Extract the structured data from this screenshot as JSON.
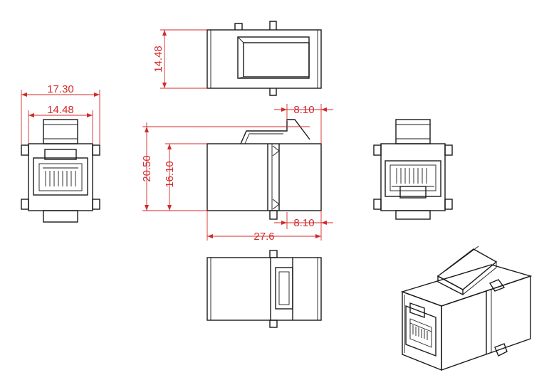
{
  "dimensions": {
    "top_view_height": "14.48",
    "front_width_outer": "17.30",
    "front_width_inner": "14.48",
    "side_height_outer": "20.50",
    "side_height_inner": "16.10",
    "latch_offset_top": "8.10",
    "latch_offset_bottom": "8.10",
    "overall_length": "27.6"
  },
  "colors": {
    "dimension": "#d42a2a",
    "outline": "#1a1a1a"
  }
}
